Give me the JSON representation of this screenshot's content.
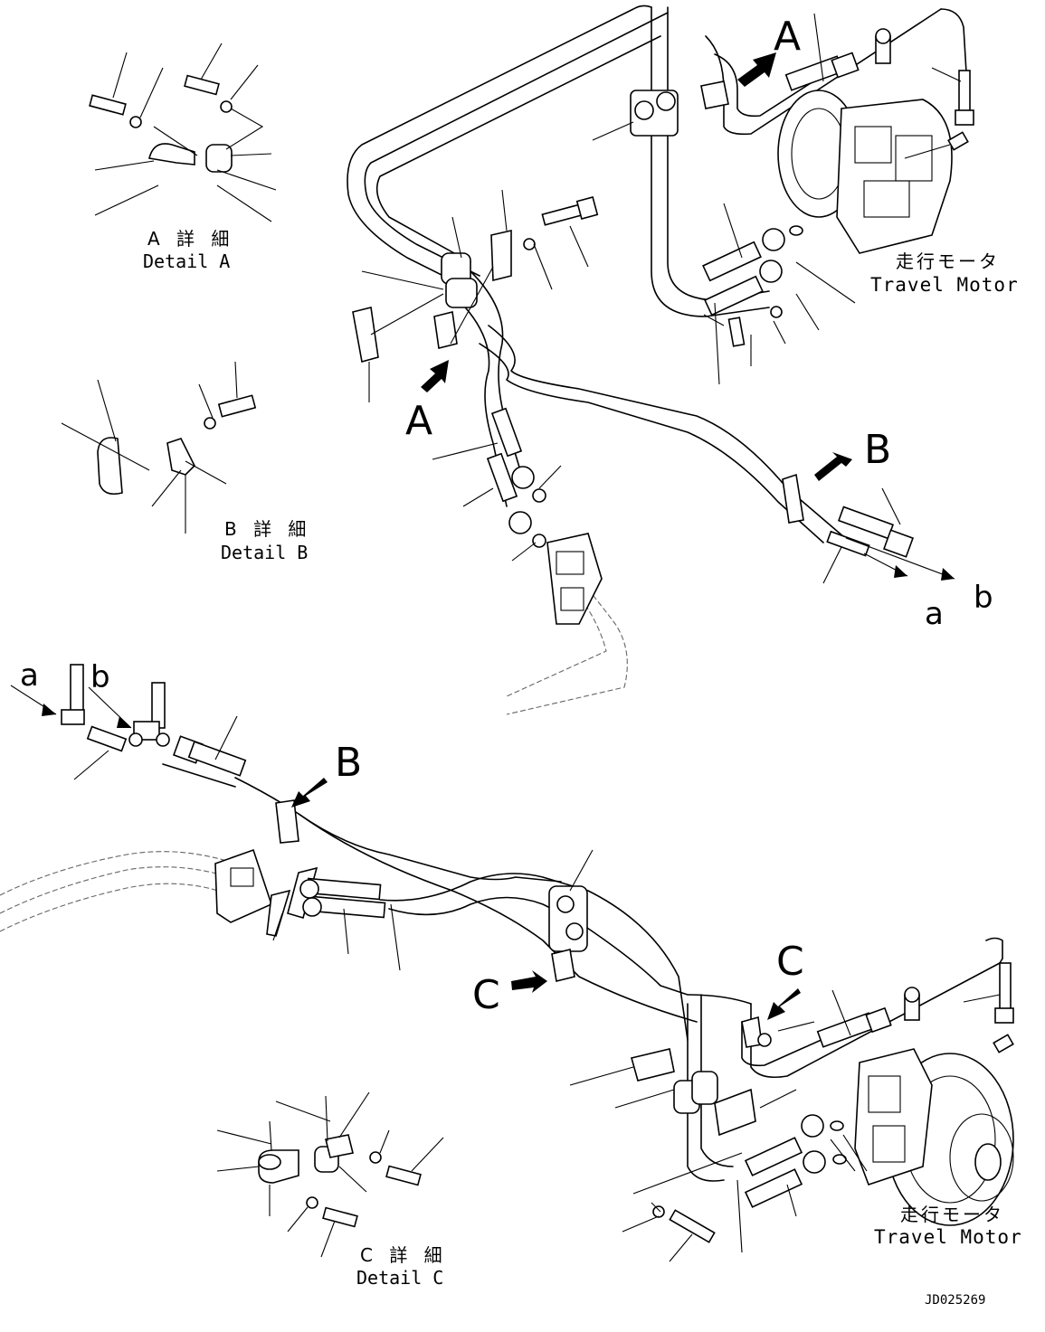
{
  "callouts": {
    "A": "A",
    "B": "B",
    "C": "C",
    "a": "a",
    "b": "b"
  },
  "details": {
    "a": {
      "jp": "A 詳 細",
      "en": "Detail A"
    },
    "b": {
      "jp": "B 詳 細",
      "en": "Detail B"
    },
    "c": {
      "jp": "C 詳 細",
      "en": "Detail C"
    }
  },
  "travel_motor": {
    "jp": "走行モータ",
    "en": "Travel Motor"
  },
  "drawing_code": "JD025269"
}
